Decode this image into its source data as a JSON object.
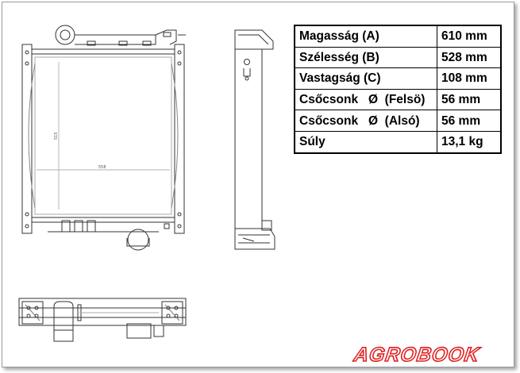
{
  "specs": {
    "rows": [
      {
        "label": "Magasság (A)",
        "value": "610 mm"
      },
      {
        "label": "Szélesség (B)",
        "value": "528 mm"
      },
      {
        "label": "Vastagság (C)",
        "value": "108 mm"
      },
      {
        "label": "Csőcsonk   Ø  (Felsö)",
        "value": "56 mm"
      },
      {
        "label": "Csőcsonk   Ø  (Alsó)",
        "value": "56 mm"
      },
      {
        "label": "Súly",
        "value": "13,1 kg"
      }
    ]
  },
  "drawing": {
    "dimension_height": "515",
    "dimension_width": "558"
  },
  "brand": {
    "logo_text": "AGROBOOK",
    "color": "#e02020"
  }
}
